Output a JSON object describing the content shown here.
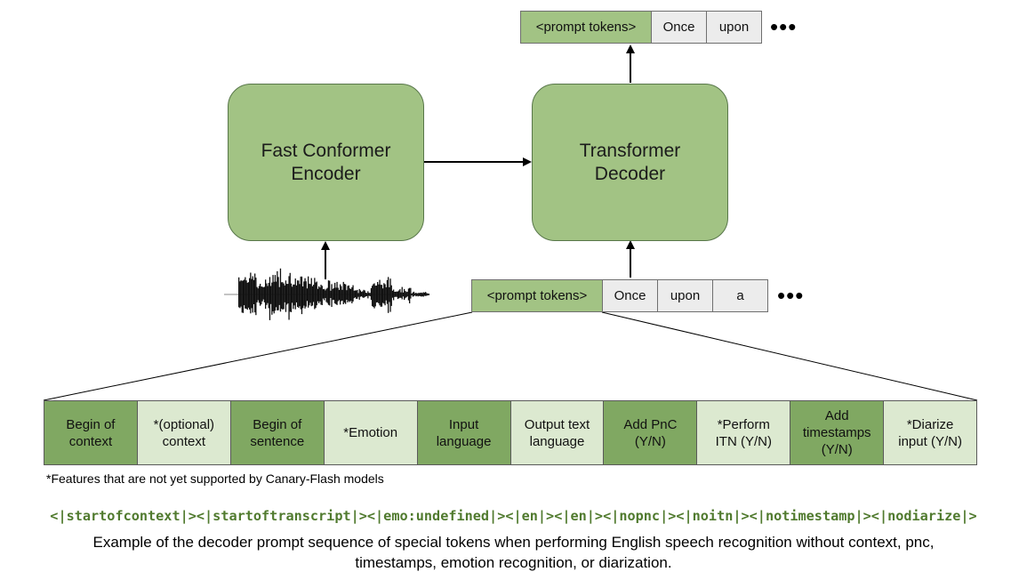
{
  "encoder": {
    "line1": "Fast Conformer",
    "line2": "Encoder"
  },
  "decoder": {
    "line1": "Transformer",
    "line2": "Decoder"
  },
  "output_tokens": [
    "<prompt tokens>",
    "Once",
    "upon"
  ],
  "input_tokens": [
    "<prompt tokens>",
    "Once",
    "upon",
    "a"
  ],
  "ellipsis": "•••",
  "prompt_fields": [
    {
      "line1": "Begin of",
      "line2": "context",
      "shade": "dark"
    },
    {
      "line1": "*(optional)",
      "line2": "context",
      "shade": "light"
    },
    {
      "line1": "Begin of",
      "line2": "sentence",
      "shade": "dark"
    },
    {
      "line1": "*Emotion",
      "line2": "",
      "shade": "light"
    },
    {
      "line1": "Input",
      "line2": "language",
      "shade": "dark"
    },
    {
      "line1": "Output text",
      "line2": "language",
      "shade": "light"
    },
    {
      "line1": "Add PnC",
      "line2": "(Y/N)",
      "shade": "dark"
    },
    {
      "line1": "*Perform",
      "line2": "ITN (Y/N)",
      "shade": "light"
    },
    {
      "line1": "Add",
      "line2": "timestamps",
      "line3": "(Y/N)",
      "shade": "dark"
    },
    {
      "line1": "*Diarize",
      "line2": "input (Y/N)",
      "shade": "light"
    }
  ],
  "footnote": "*Features that are not yet supported by Canary-Flash models",
  "token_sequence": "<|startofcontext|><|startoftranscript|><|emo:undefined|><|en|><|en|><|nopnc|><|noitn|><|notimestamp|><|nodiarize|>",
  "caption": {
    "line1": "Example of the decoder prompt sequence of special tokens when performing English speech recognition without context, pnc,",
    "line2": "timestamps, emotion recognition, or diarization."
  }
}
